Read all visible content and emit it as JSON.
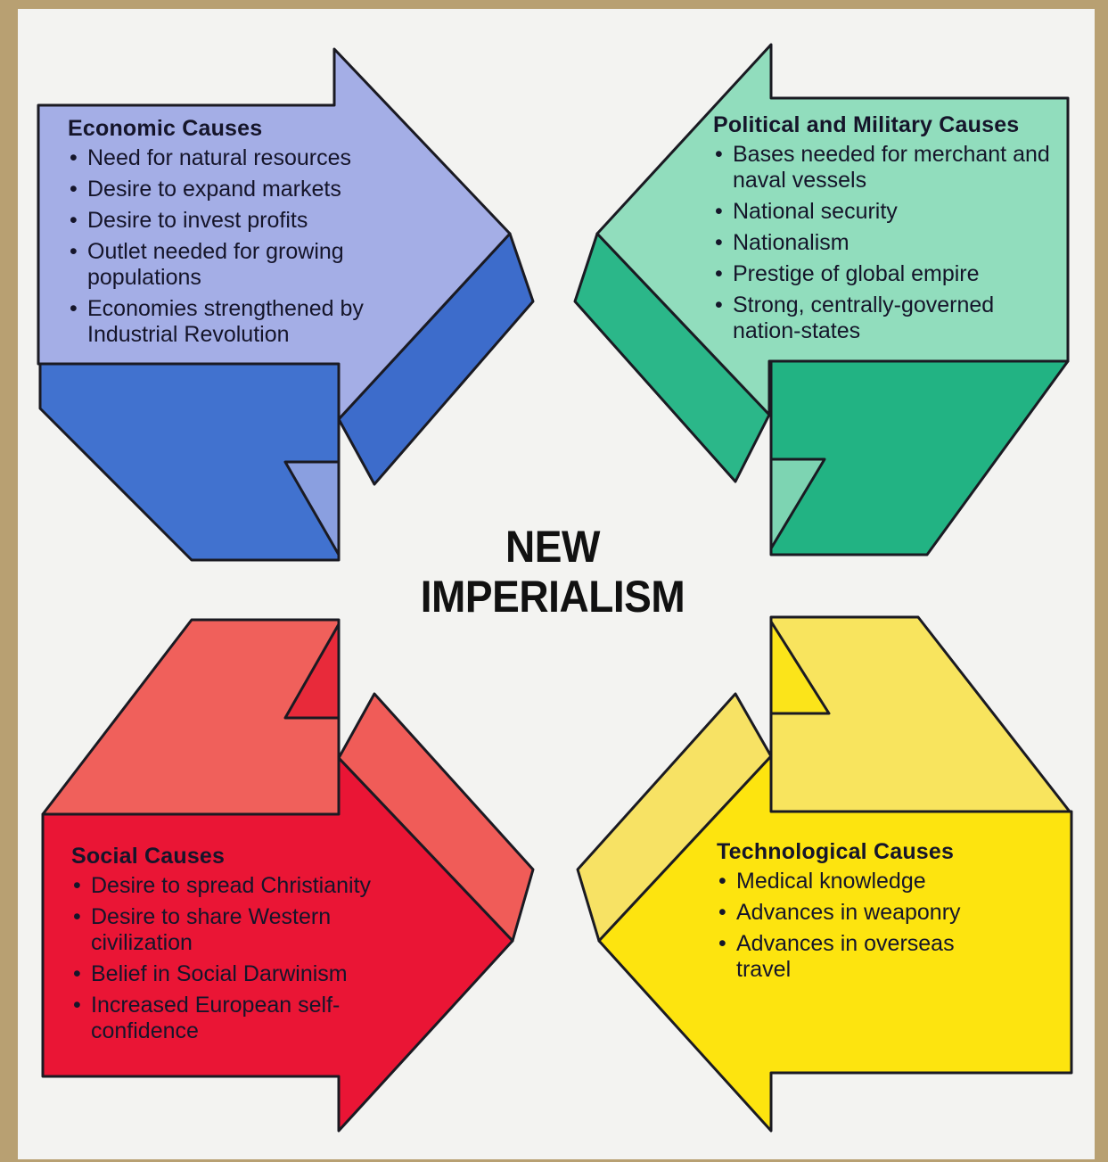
{
  "title": {
    "line1": "NEW",
    "line2": "IMPERIALISM"
  },
  "colors": {
    "economic_light": "#a4aee6",
    "economic_dark": "#4172cf",
    "political_light": "#91ddbd",
    "political_dark": "#22b383",
    "social_light": "#f0605b",
    "social_dark": "#ea1535",
    "technological_light": "#f8e45e",
    "technological_dark": "#fde40f"
  },
  "economic": {
    "heading": "Economic Causes",
    "items": [
      "Need for natural resources",
      "Desire to expand markets",
      "Desire to invest profits",
      "Outlet needed for growing populations",
      "Economies strengthened by Industrial Revolution"
    ]
  },
  "political": {
    "heading": "Political and Military Causes",
    "items": [
      "Bases needed for merchant and naval vessels",
      "National security",
      "Nationalism",
      "Prestige of global empire",
      "Strong, centrally-governed nation-states"
    ]
  },
  "social": {
    "heading": "Social Causes",
    "items": [
      "Desire to spread Christianity",
      "Desire to share Western civilization",
      "Belief in Social Darwinism",
      "Increased European self-confidence"
    ]
  },
  "technological": {
    "heading": "Technological Causes",
    "items": [
      "Medical knowledge",
      "Advances in weaponry",
      "Advances in overseas travel"
    ]
  }
}
